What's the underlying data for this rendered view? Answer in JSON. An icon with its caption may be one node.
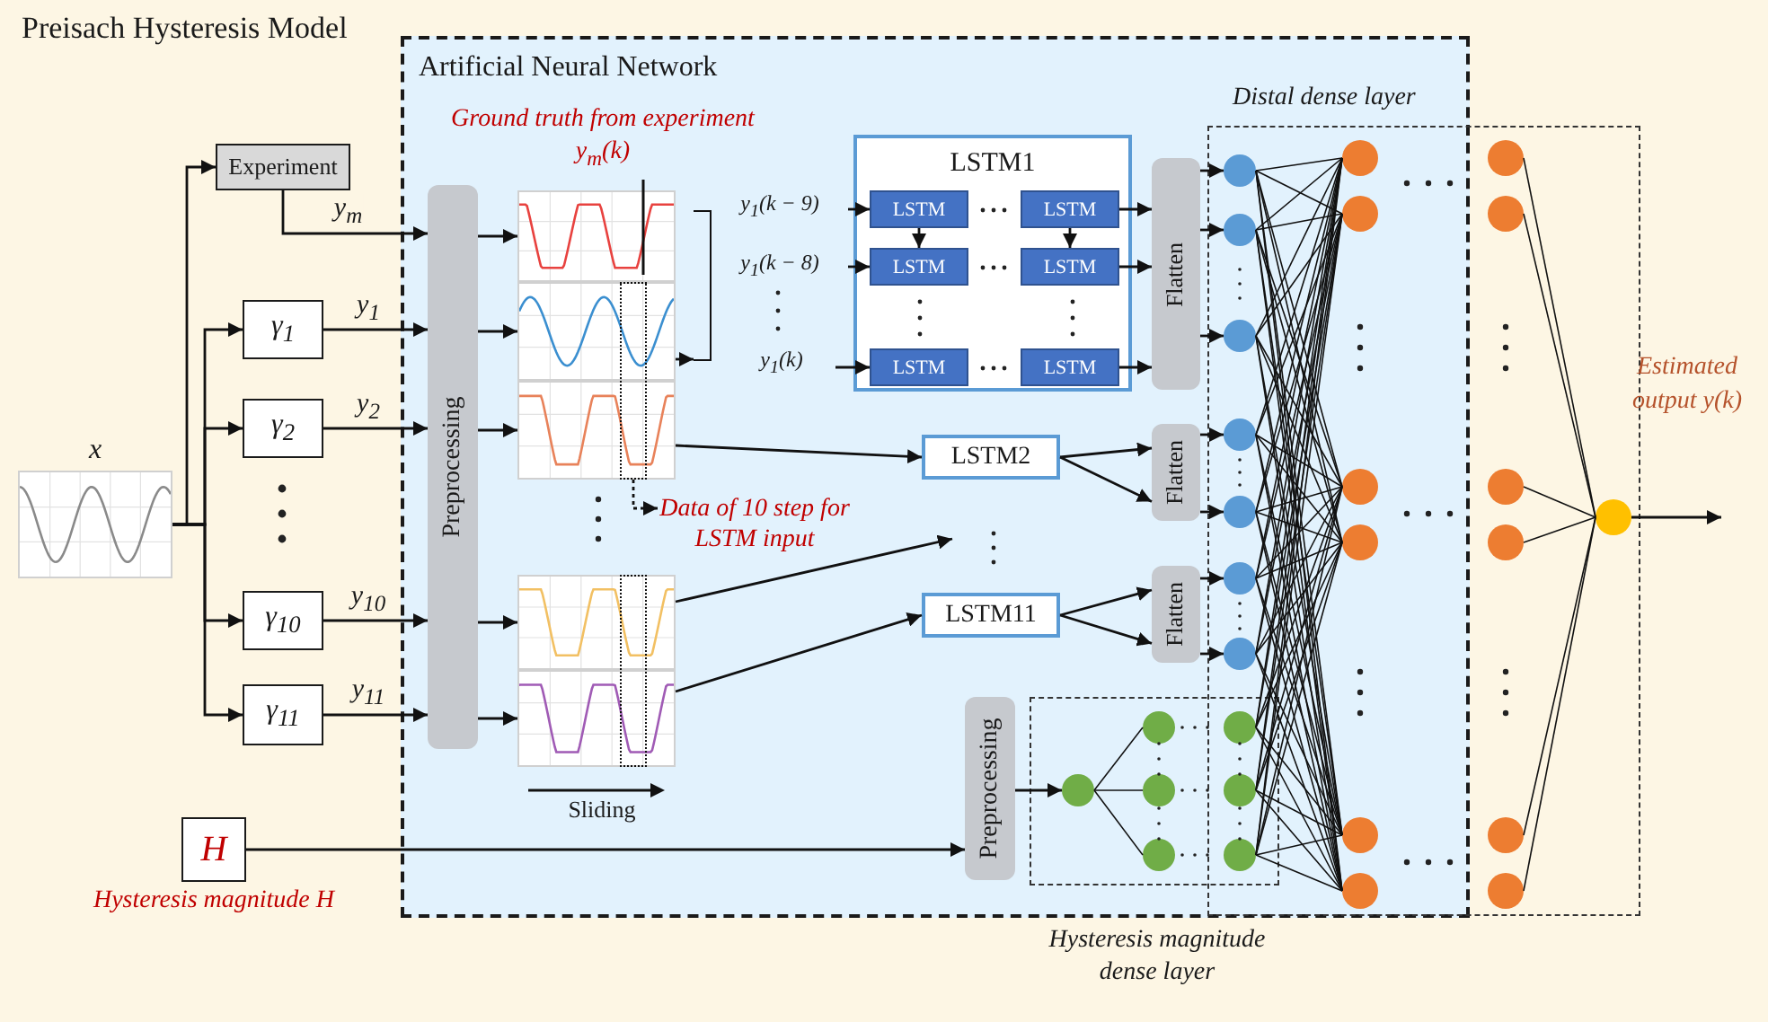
{
  "diagram": {
    "nodes": [
      {
        "text": [
          "Preisach Hysteresis Model"
        ]
      },
      {
        "text": [
          "Artificial Neural Network"
        ],
        "in": 0
      },
      {
        "text": [],
        "shape": "picture",
        "beside": [
          "x"
        ],
        "in": 0
      },
      {
        "text": [
          "Experiment"
        ],
        "in": 0
      },
      {
        "text": [
          "γ$_{1}$"
        ],
        "in": 0
      },
      {
        "text": [
          "γ$_{2}$"
        ],
        "in": 0
      },
      {
        "text": [
          "γ$_{10}$"
        ],
        "in": 0
      },
      {
        "text": [
          "γ$_{11}$"
        ],
        "in": 0
      },
      {
        "text": [
          "H"
        ],
        "beside": [
          "Hysteresis magnitude H"
        ],
        "in": 0
      },
      {
        "text": [
          "Preprocessing"
        ],
        "in": 1
      },
      {
        "text": [],
        "shape": "picture",
        "in": 1
      },
      {
        "text": [],
        "shape": "picture",
        "in": 1
      },
      {
        "text": [],
        "shape": "picture",
        "in": 1
      },
      {
        "text": [],
        "shape": "picture",
        "in": 1
      },
      {
        "text": [],
        "shape": "picture",
        "in": 1
      },
      {
        "text": [
          "Data of 10 step for LSTM input"
        ],
        "in": 1
      },
      {
        "text": [
          "y$_{1}$(k − 9)"
        ],
        "in": 1
      },
      {
        "text": [
          "y$_{1}$(k − 8)"
        ],
        "in": 1
      },
      {
        "text": [
          "y$_{1}$(k)"
        ],
        "in": 1
      },
      {
        "text": [
          "LSTM1"
        ],
        "in": 1
      },
      {
        "text": [
          "LSTM"
        ],
        "in": 19
      },
      {
        "text": [
          "LSTM"
        ],
        "in": 19
      },
      {
        "text": [
          "LSTM"
        ],
        "in": 19
      },
      {
        "text": [
          "LSTM"
        ],
        "in": 19
      },
      {
        "text": [
          "LSTM"
        ],
        "in": 19
      },
      {
        "text": [
          "LSTM"
        ],
        "in": 19
      },
      {
        "text": [
          "LSTM2"
        ],
        "in": 1
      },
      {
        "text": [
          "LSTM11"
        ],
        "in": 1
      },
      {
        "text": [
          "Flatten"
        ],
        "in": 1
      },
      {
        "text": [
          "Flatten"
        ],
        "in": 1
      },
      {
        "text": [
          "Flatten"
        ],
        "in": 1
      },
      {
        "text": [
          "Preprocessing"
        ],
        "in": 1
      },
      {
        "text": [
          "Hysteresis magnitude dense layer"
        ],
        "in": 1
      },
      {
        "text": [],
        "shape": "box",
        "in": 0
      },
      {
        "text": [],
        "shape": "circle"
      },
      {
        "text": [],
        "shape": "circle"
      },
      {
        "text": [],
        "shape": "circle"
      },
      {
        "text": [],
        "shape": "circle"
      },
      {
        "text": [],
        "shape": "circle"
      },
      {
        "text": [],
        "shape": "circle"
      },
      {
        "text": [],
        "shape": "circle"
      },
      {
        "text": [],
        "shape": "circle",
        "in": 32
      },
      {
        "text": [],
        "shape": "circle",
        "in": 32
      },
      {
        "text": [],
        "shape": "circle",
        "in": 32
      },
      {
        "text": [],
        "shape": "circle",
        "in": 32
      },
      {
        "text": [],
        "shape": "circle"
      },
      {
        "text": [],
        "shape": "circle"
      },
      {
        "text": [],
        "shape": "circle"
      },
      {
        "text": [],
        "shape": "circle"
      },
      {
        "text": [],
        "shape": "circle"
      },
      {
        "text": [],
        "shape": "circle"
      },
      {
        "text": [],
        "shape": "circle"
      },
      {
        "text": [],
        "shape": "circle"
      },
      {
        "text": [],
        "shape": "circle"
      },
      {
        "text": [],
        "shape": "circle",
        "in": 33
      },
      {
        "text": [],
        "shape": "circle",
        "in": 33
      },
      {
        "text": [],
        "shape": "circle",
        "in": 33
      },
      {
        "text": [],
        "shape": "circle",
        "in": 33
      },
      {
        "text": [],
        "shape": "circle",
        "in": 33
      },
      {
        "text": [],
        "shape": "circle",
        "in": 33
      },
      {
        "text": [],
        "shape": "circle",
        "in": 33
      },
      {
        "text": [],
        "shape": "box",
        "in": 1
      },
      {
        "text": [],
        "shape": "box",
        "in": 1
      },
      {
        "text": [],
        "shape": "bar",
        "in": 1
      }
    ],
    "edges": [
      {
        "from": 2,
        "to": 3,
        "arrow": "to"
      },
      {
        "from": 2,
        "to": 4,
        "arrow": "to"
      },
      {
        "from": 2,
        "to": 5,
        "arrow": "to"
      },
      {
        "from": 2,
        "to": 6,
        "arrow": "to"
      },
      {
        "from": 2,
        "to": 7,
        "arrow": "to"
      },
      {
        "from": 3,
        "to": 9,
        "arrow": "to",
        "label": "y$_{m}$"
      },
      {
        "from": 4,
        "to": 9,
        "arrow": "to",
        "label": "y$_{1}$"
      },
      {
        "from": 5,
        "to": 9,
        "arrow": "to",
        "label": "y$_{2}$"
      },
      {
        "from": 6,
        "to": 9,
        "arrow": "to",
        "label": "y$_{10}$"
      },
      {
        "from": 7,
        "to": 9,
        "arrow": "to",
        "label": "y$_{11}$"
      },
      {
        "from": 9,
        "to": 10,
        "arrow": "to"
      },
      {
        "from": 9,
        "to": 11,
        "arrow": "to"
      },
      {
        "from": 9,
        "to": 12,
        "arrow": "to"
      },
      {
        "from": 9,
        "to": 13,
        "arrow": "to"
      },
      {
        "from": 9,
        "to": 14,
        "arrow": "to"
      },
      {
        "from": 11,
        "to": 63,
        "arrow": "to"
      },
      {
        "from": 61,
        "to": 15,
        "arrow": "to",
        "style": "dashed"
      },
      {
        "from": 16,
        "to": 20,
        "arrow": "to"
      },
      {
        "from": 17,
        "to": 22,
        "arrow": "to"
      },
      {
        "from": 18,
        "to": 24,
        "arrow": "to"
      },
      {
        "from": 20,
        "to": 22,
        "arrow": "to"
      },
      {
        "from": 21,
        "to": 23,
        "arrow": "to"
      },
      {
        "from": 21,
        "to": 28,
        "arrow": "to"
      },
      {
        "from": 23,
        "to": 28,
        "arrow": "to"
      },
      {
        "from": 25,
        "to": 28,
        "arrow": "to"
      },
      {
        "from": 12,
        "to": 26,
        "arrow": "to"
      },
      {
        "from": 13,
        "to": null,
        "arrow": "to"
      },
      {
        "from": 14,
        "to": 27,
        "arrow": "to"
      },
      {
        "from": 26,
        "to": 29,
        "arrow": "to"
      },
      {
        "from": 26,
        "to": 29,
        "arrow": "to"
      },
      {
        "from": 27,
        "to": 30,
        "arrow": "to"
      },
      {
        "from": 27,
        "to": 30,
        "arrow": "to"
      },
      {
        "from": 28,
        "to": 34,
        "arrow": "to"
      },
      {
        "from": 28,
        "to": 35,
        "arrow": "to"
      },
      {
        "from": 28,
        "to": 36,
        "arrow": "to"
      },
      {
        "from": 29,
        "to": 37,
        "arrow": "to"
      },
      {
        "from": 29,
        "to": 38,
        "arrow": "to"
      },
      {
        "from": 30,
        "to": 39,
        "arrow": "to"
      },
      {
        "from": 30,
        "to": 40,
        "arrow": "to"
      },
      {
        "from": 8,
        "to": 31,
        "arrow": "to"
      },
      {
        "from": 31,
        "to": 41,
        "arrow": "to"
      },
      {
        "from": 41,
        "to": 42,
        "arrow": "none"
      },
      {
        "from": 41,
        "to": 43,
        "arrow": "none"
      },
      {
        "from": 41,
        "to": 44,
        "arrow": "none"
      },
      {
        "from": 34,
        "to": 48,
        "arrow": "none"
      },
      {
        "from": 34,
        "to": 49,
        "arrow": "none"
      },
      {
        "from": 34,
        "to": 50,
        "arrow": "none"
      },
      {
        "from": 34,
        "to": 51,
        "arrow": "none"
      },
      {
        "from": 34,
        "to": 52,
        "arrow": "none"
      },
      {
        "from": 34,
        "to": 53,
        "arrow": "none"
      },
      {
        "from": 35,
        "to": 48,
        "arrow": "none"
      },
      {
        "from": 35,
        "to": 49,
        "arrow": "none"
      },
      {
        "from": 35,
        "to": 50,
        "arrow": "none"
      },
      {
        "from": 35,
        "to": 51,
        "arrow": "none"
      },
      {
        "from": 35,
        "to": 52,
        "arrow": "none"
      },
      {
        "from": 35,
        "to": 53,
        "arrow": "none"
      },
      {
        "from": 36,
        "to": 48,
        "arrow": "none"
      },
      {
        "from": 36,
        "to": 49,
        "arrow": "none"
      },
      {
        "from": 36,
        "to": 50,
        "arrow": "none"
      },
      {
        "from": 36,
        "to": 51,
        "arrow": "none"
      },
      {
        "from": 36,
        "to": 52,
        "arrow": "none"
      },
      {
        "from": 36,
        "to": 53,
        "arrow": "none"
      },
      {
        "from": 37,
        "to": 48,
        "arrow": "none"
      },
      {
        "from": 37,
        "to": 49,
        "arrow": "none"
      },
      {
        "from": 37,
        "to": 50,
        "arrow": "none"
      },
      {
        "from": 37,
        "to": 51,
        "arrow": "none"
      },
      {
        "from": 37,
        "to": 52,
        "arrow": "none"
      },
      {
        "from": 37,
        "to": 53,
        "arrow": "none"
      },
      {
        "from": 38,
        "to": 48,
        "arrow": "none"
      },
      {
        "from": 38,
        "to": 49,
        "arrow": "none"
      },
      {
        "from": 38,
        "to": 50,
        "arrow": "none"
      },
      {
        "from": 38,
        "to": 51,
        "arrow": "none"
      },
      {
        "from": 38,
        "to": 52,
        "arrow": "none"
      },
      {
        "from": 38,
        "to": 53,
        "arrow": "none"
      },
      {
        "from": 39,
        "to": 48,
        "arrow": "none"
      },
      {
        "from": 39,
        "to": 49,
        "arrow": "none"
      },
      {
        "from": 39,
        "to": 50,
        "arrow": "none"
      },
      {
        "from": 39,
        "to": 51,
        "arrow": "none"
      },
      {
        "from": 39,
        "to": 52,
        "arrow": "none"
      },
      {
        "from": 39,
        "to": 53,
        "arrow": "none"
      },
      {
        "from": 40,
        "to": 48,
        "arrow": "none"
      },
      {
        "from": 40,
        "to": 49,
        "arrow": "none"
      },
      {
        "from": 40,
        "to": 50,
        "arrow": "none"
      },
      {
        "from": 40,
        "to": 51,
        "arrow": "none"
      },
      {
        "from": 40,
        "to": 52,
        "arrow": "none"
      },
      {
        "from": 40,
        "to": 53,
        "arrow": "none"
      },
      {
        "from": 45,
        "to": 48,
        "arrow": "none"
      },
      {
        "from": 45,
        "to": 49,
        "arrow": "none"
      },
      {
        "from": 45,
        "to": 50,
        "arrow": "none"
      },
      {
        "from": 45,
        "to": 51,
        "arrow": "none"
      },
      {
        "from": 45,
        "to": 52,
        "arrow": "none"
      },
      {
        "from": 45,
        "to": 53,
        "arrow": "none"
      },
      {
        "from": 46,
        "to": 48,
        "arrow": "none"
      },
      {
        "from": 46,
        "to": 49,
        "arrow": "none"
      },
      {
        "from": 46,
        "to": 50,
        "arrow": "none"
      },
      {
        "from": 46,
        "to": 51,
        "arrow": "none"
      },
      {
        "from": 46,
        "to": 52,
        "arrow": "none"
      },
      {
        "from": 46,
        "to": 53,
        "arrow": "none"
      },
      {
        "from": 47,
        "to": 48,
        "arrow": "none"
      },
      {
        "from": 47,
        "to": 49,
        "arrow": "none"
      },
      {
        "from": 47,
        "to": 50,
        "arrow": "none"
      },
      {
        "from": 47,
        "to": 51,
        "arrow": "none"
      },
      {
        "from": 47,
        "to": 52,
        "arrow": "none"
      },
      {
        "from": 47,
        "to": 53,
        "arrow": "none"
      },
      {
        "from": 54,
        "to": 60,
        "arrow": "none"
      },
      {
        "from": 55,
        "to": 60,
        "arrow": "none"
      },
      {
        "from": 56,
        "to": 60,
        "arrow": "none"
      },
      {
        "from": 57,
        "to": 60,
        "arrow": "none"
      },
      {
        "from": 58,
        "to": 60,
        "arrow": "none"
      },
      {
        "from": 59,
        "to": 60,
        "arrow": "none"
      },
      {
        "from": 60,
        "to": null,
        "arrow": "to"
      }
    ],
    "labels": [
      "Ground truth from experiment y$_{m}$(k)",
      "Sliding",
      "Estimated output y(k)",
      "Distal dense layer"
    ]
  }
}
